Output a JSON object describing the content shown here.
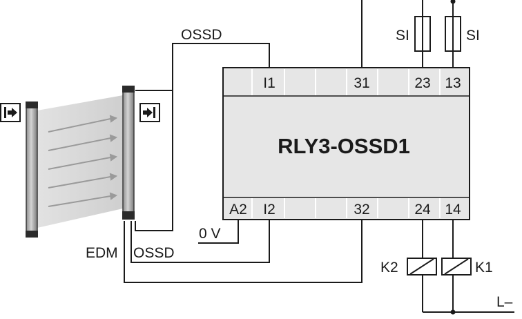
{
  "relay": {
    "name": "RLY3-OSSD1",
    "top_terminals": [
      "I1",
      "31",
      "23",
      "13"
    ],
    "bottom_terminals": [
      "A2",
      "I2",
      "32",
      "24",
      "14"
    ]
  },
  "labels": {
    "ossd_top": "OSSD",
    "ossd_bottom": "OSSD",
    "edm": "EDM",
    "zero_v": "0 V",
    "si_left": "SI",
    "si_right": "SI",
    "k1": "K1",
    "k2": "K2",
    "l_minus": "L–"
  },
  "icons": {
    "sender_icon": "emitter-arrow-icon",
    "receiver_icon": "receiver-arrow-icon"
  },
  "colors": {
    "relay_fill": "#e6e6e6",
    "light_curtain_field": "#dadada",
    "beam_arrows": "#9a9a9a",
    "wire": "#1a1a1a"
  }
}
